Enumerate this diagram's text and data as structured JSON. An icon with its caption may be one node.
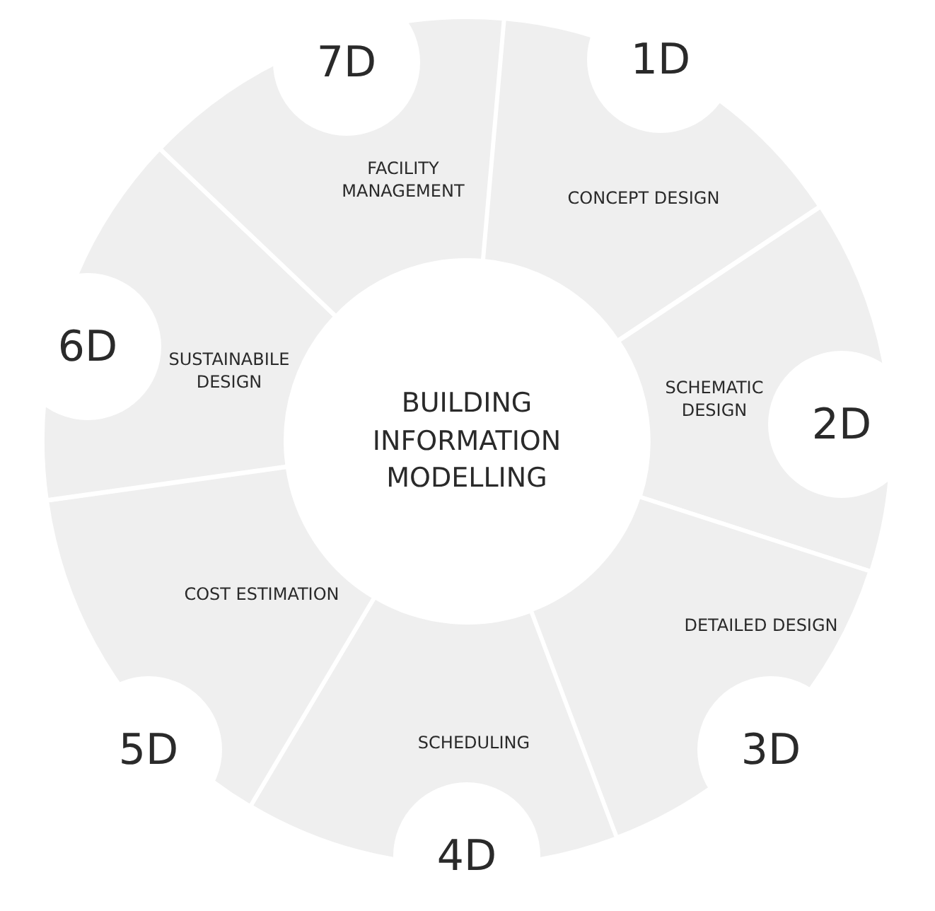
{
  "diagram": {
    "nodes": [
      {
        "text": [
          "BUILDING INFORMATION MODELLING"
        ]
      },
      {
        "text": [
          "1D"
        ]
      },
      {
        "text": [
          "CONCEPT DESIGN"
        ]
      },
      {
        "text": [
          "2D"
        ]
      },
      {
        "text": [
          "SCHEMATIC DESIGN"
        ]
      },
      {
        "text": [
          "3D"
        ]
      },
      {
        "text": [
          "DETAILED DESIGN"
        ]
      },
      {
        "text": [
          "4D"
        ]
      },
      {
        "text": [
          "SCHEDULING"
        ]
      },
      {
        "text": [
          "5D"
        ]
      },
      {
        "text": [
          "COST ESTIMATION"
        ]
      },
      {
        "text": [
          "6D"
        ]
      },
      {
        "text": [
          "SUSTAINABILE DESIGN"
        ]
      },
      {
        "text": [
          "7D"
        ]
      },
      {
        "text": [
          "FACILITY MANAGEMENT"
        ]
      }
    ]
  }
}
